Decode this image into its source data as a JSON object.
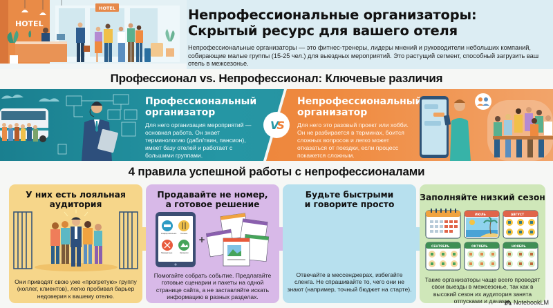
{
  "header": {
    "title_line1": "Непрофессиональные организаторы:",
    "title_line2": "Скрытый ресурс для вашего отеля",
    "description": "Непрофессиональные организаторы — это фитнес-тренеры, лидеры мнений и руководители небольших компаний, собирающие малые группы (15-25 чел.) для выездных мероприятий. Это растущий сегмент, способный загрузить ваш отель в межсезонье.",
    "illustration": {
      "sign_wall": "HOTEL",
      "sign_hanging": "HOTEL"
    }
  },
  "comparison": {
    "section_title": "Профессионал vs. Непрофессионал: Ключевые различия",
    "badge": "VS",
    "professional": {
      "heading_line1": "Профессиональный",
      "heading_line2": "организатор",
      "text": "Для него организация мероприятий — основная работа. Он знает терминологию (дабл/твин, пансион), имеет базу отелей и работает с большими группами."
    },
    "amateur": {
      "heading_line1": "Непрофессиональный",
      "heading_line2": "организатор",
      "text": "Для него это разовый проект или хобби. Он не разбирается в терминах, боится сложных вопросов и легко может отказаться от поездки, если процесс покажется сложным."
    }
  },
  "rules": {
    "section_title": "4 правила успешной работы с непрофессионалами",
    "cards": [
      {
        "title_line1": "У них есть лояльная",
        "title_line2": "аудитория",
        "text": "Они приводят свою уже «прогретую» группу (коллег, клиентов), легко пробивая барьер недоверия к вашему отелю.",
        "color": "#f6d68a"
      },
      {
        "title_line1": "Продавайте не номер,",
        "title_line2": "а готовое решение",
        "text": "Помогайте собрать событие. Предлагайте готовые сценарии и пакеты на одной странице сайта, а не заставляйте искать информацию в разных разделах.",
        "color": "#d8b9e8",
        "tablet_tiles": [
          "Комфортабельное жилье",
          "Питание и ужины",
          "Праздничные активности",
          "Экскурсии"
        ]
      },
      {
        "title_line1": "Будьте быстрыми",
        "title_line2": "и говорите просто",
        "text": "Отвечайте в мессенджерах, избегайте сленга. Не спрашивайте то, чего они не знают (например, точный бюджет на старте).",
        "color": "#b7e0ee"
      },
      {
        "title_line1": "Заполняйте низкий сезон",
        "title_line2": "",
        "text": "Такие организаторы чаще всего проводят свои выезды в межсезонье, так как в высокий сезон их аудитория занята отпусками и дачами.",
        "color": "#cfe7b9",
        "months": [
          "ИЮЛЬ",
          "АВГУСТ",
          "СЕНТЯБРЬ",
          "ОКТЯБРЬ",
          "НОЯБРЬ"
        ]
      }
    ]
  },
  "footer": {
    "brand": "NotebookLM"
  },
  "colors": {
    "teal": "#2596a4",
    "orange": "#ef8a3f",
    "yellow_card": "#f6d68a",
    "purple_card": "#d8b9e8",
    "blue_card": "#b7e0ee",
    "green_card": "#cfe7b9"
  }
}
